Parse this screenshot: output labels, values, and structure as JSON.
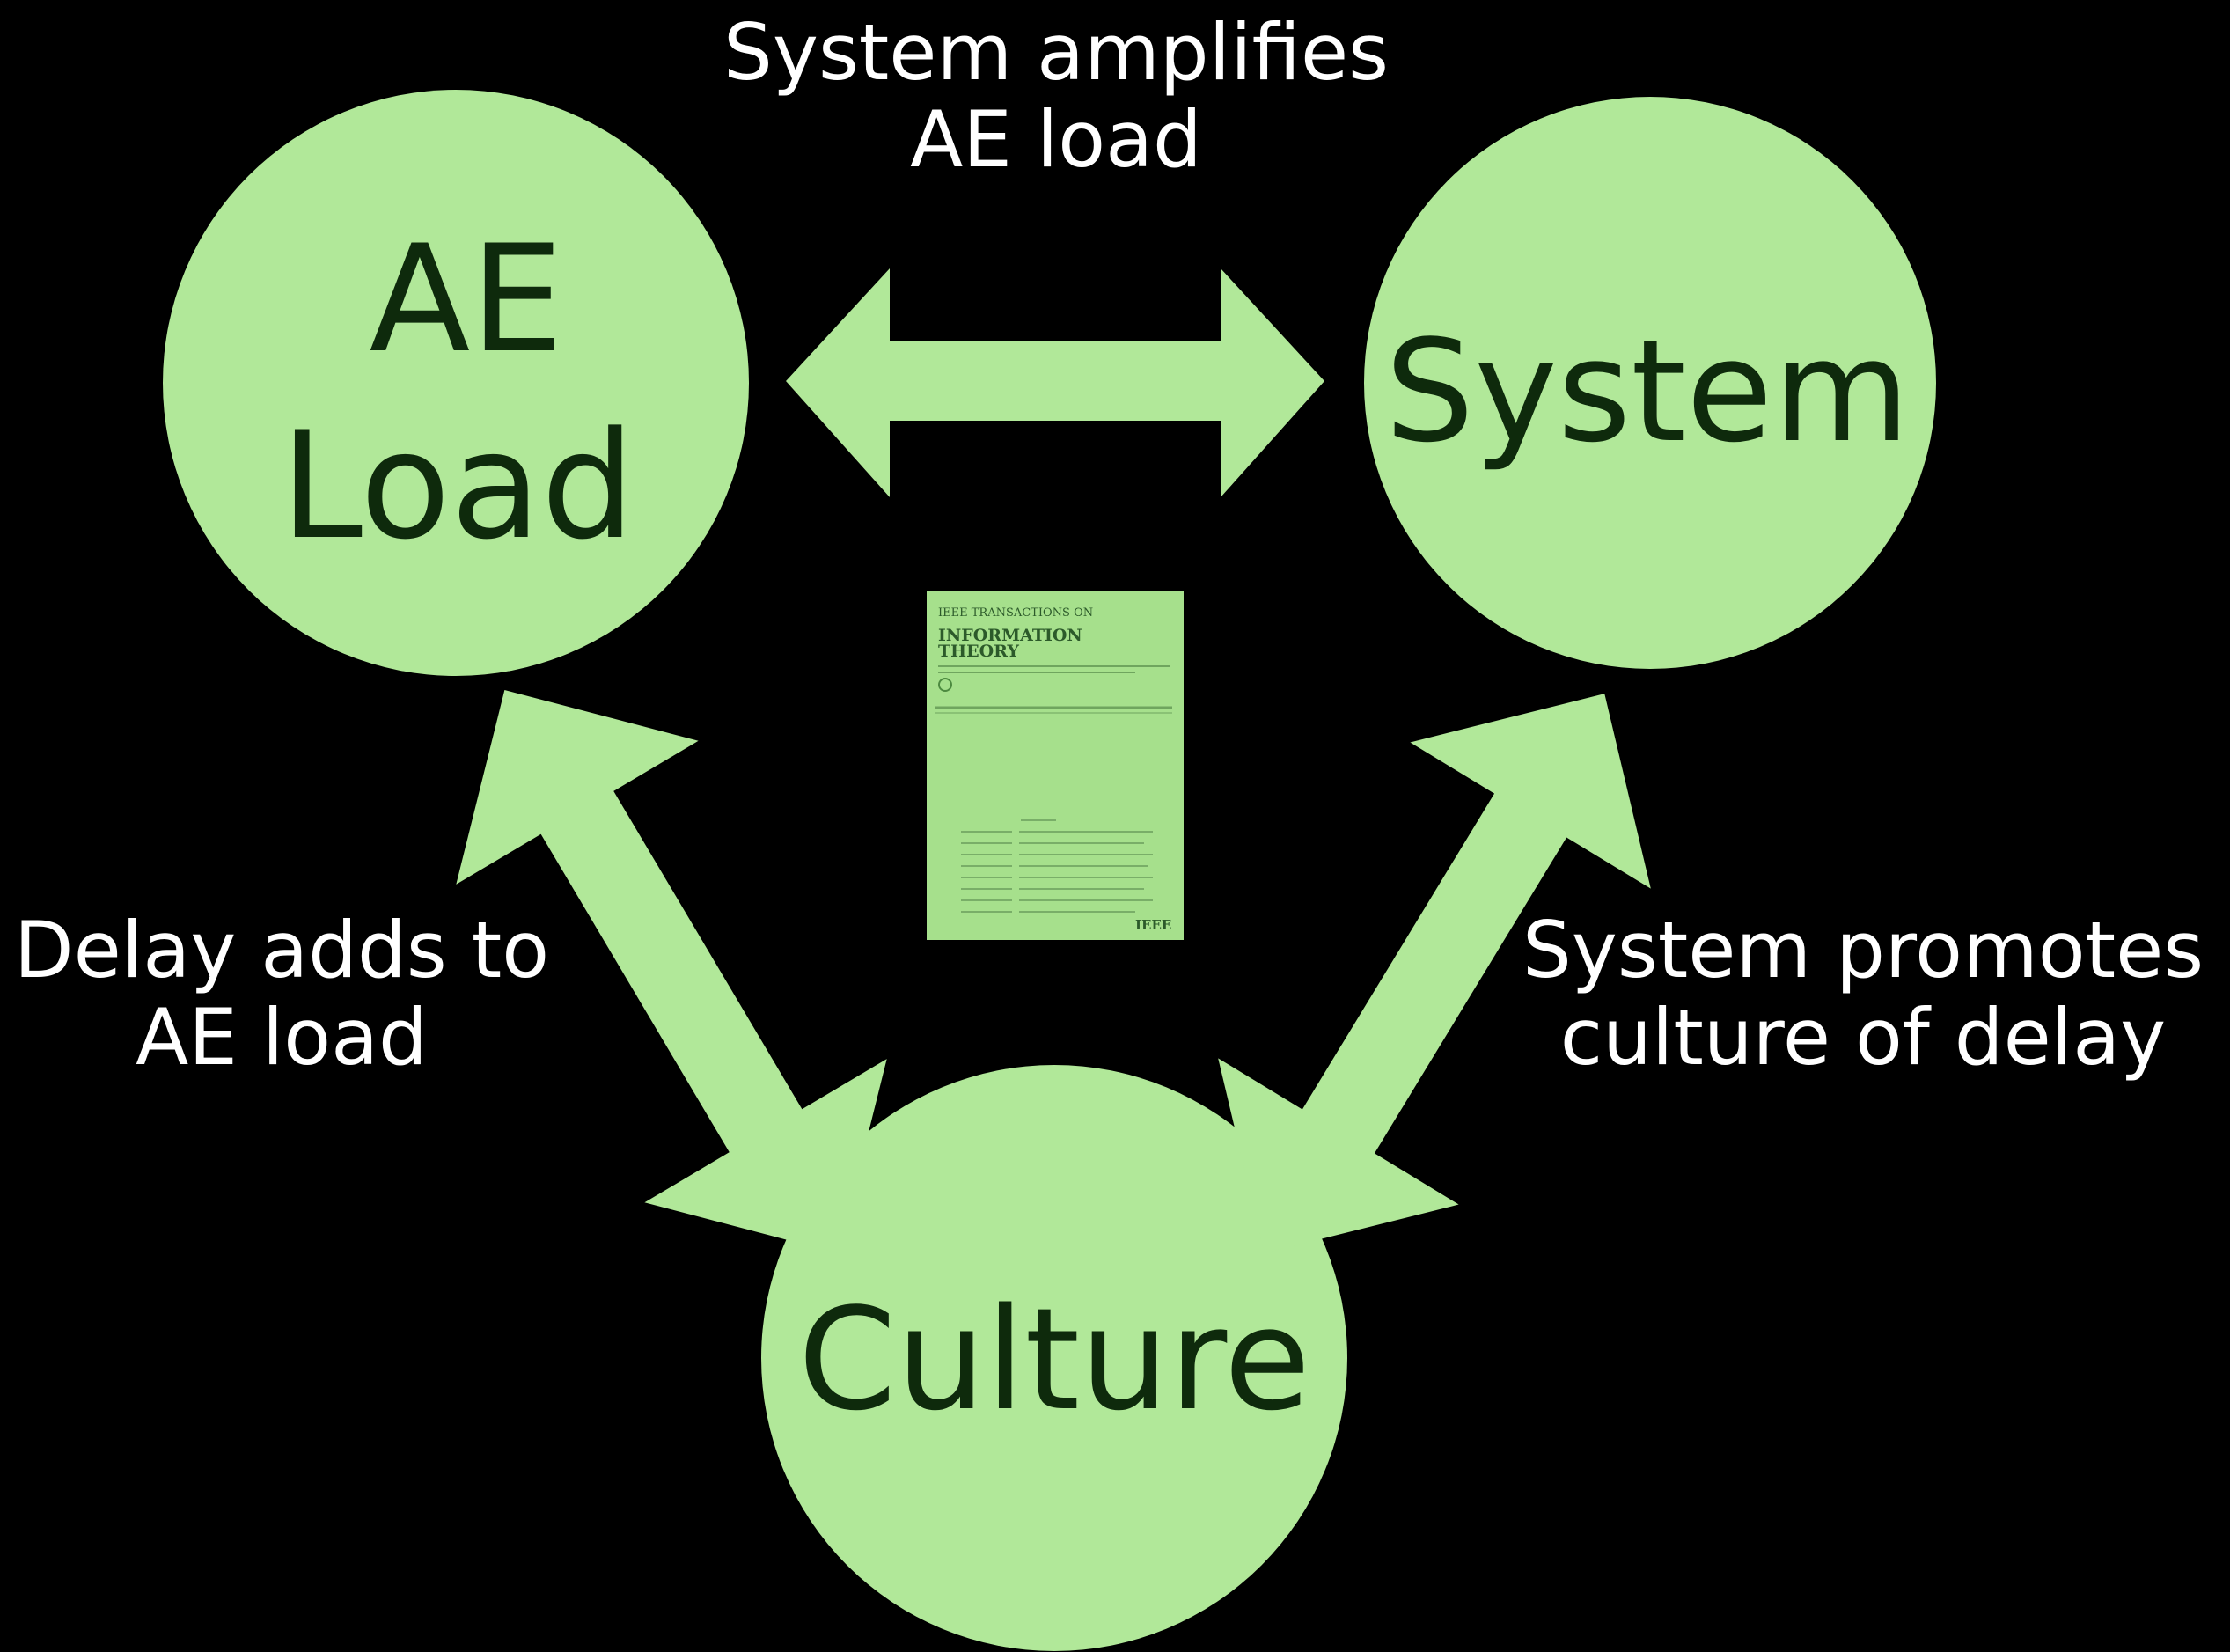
{
  "colors": {
    "background": "#000000",
    "node_fill": "#b1e899",
    "node_text": "#0e2a0c",
    "arrow_fill": "#b1e899",
    "label_text": "#ffffff",
    "cover_fill": "#a6e08c"
  },
  "nodes": {
    "ae_load": {
      "line1": "AE",
      "line2": "Load"
    },
    "system": {
      "label": "System"
    },
    "culture": {
      "label": "Culture"
    }
  },
  "edges": {
    "top": {
      "line1": "System amplifies",
      "line2": "AE load"
    },
    "left": {
      "line1": "Delay adds to",
      "line2": "AE load"
    },
    "right": {
      "line1": "System promotes",
      "line2": "culture of delay"
    }
  },
  "journal_cover": {
    "header": "IEEE TRANSACTIONS ON",
    "title_line1": "INFORMATION",
    "title_line2": "THEORY",
    "logo": "IEEE"
  }
}
